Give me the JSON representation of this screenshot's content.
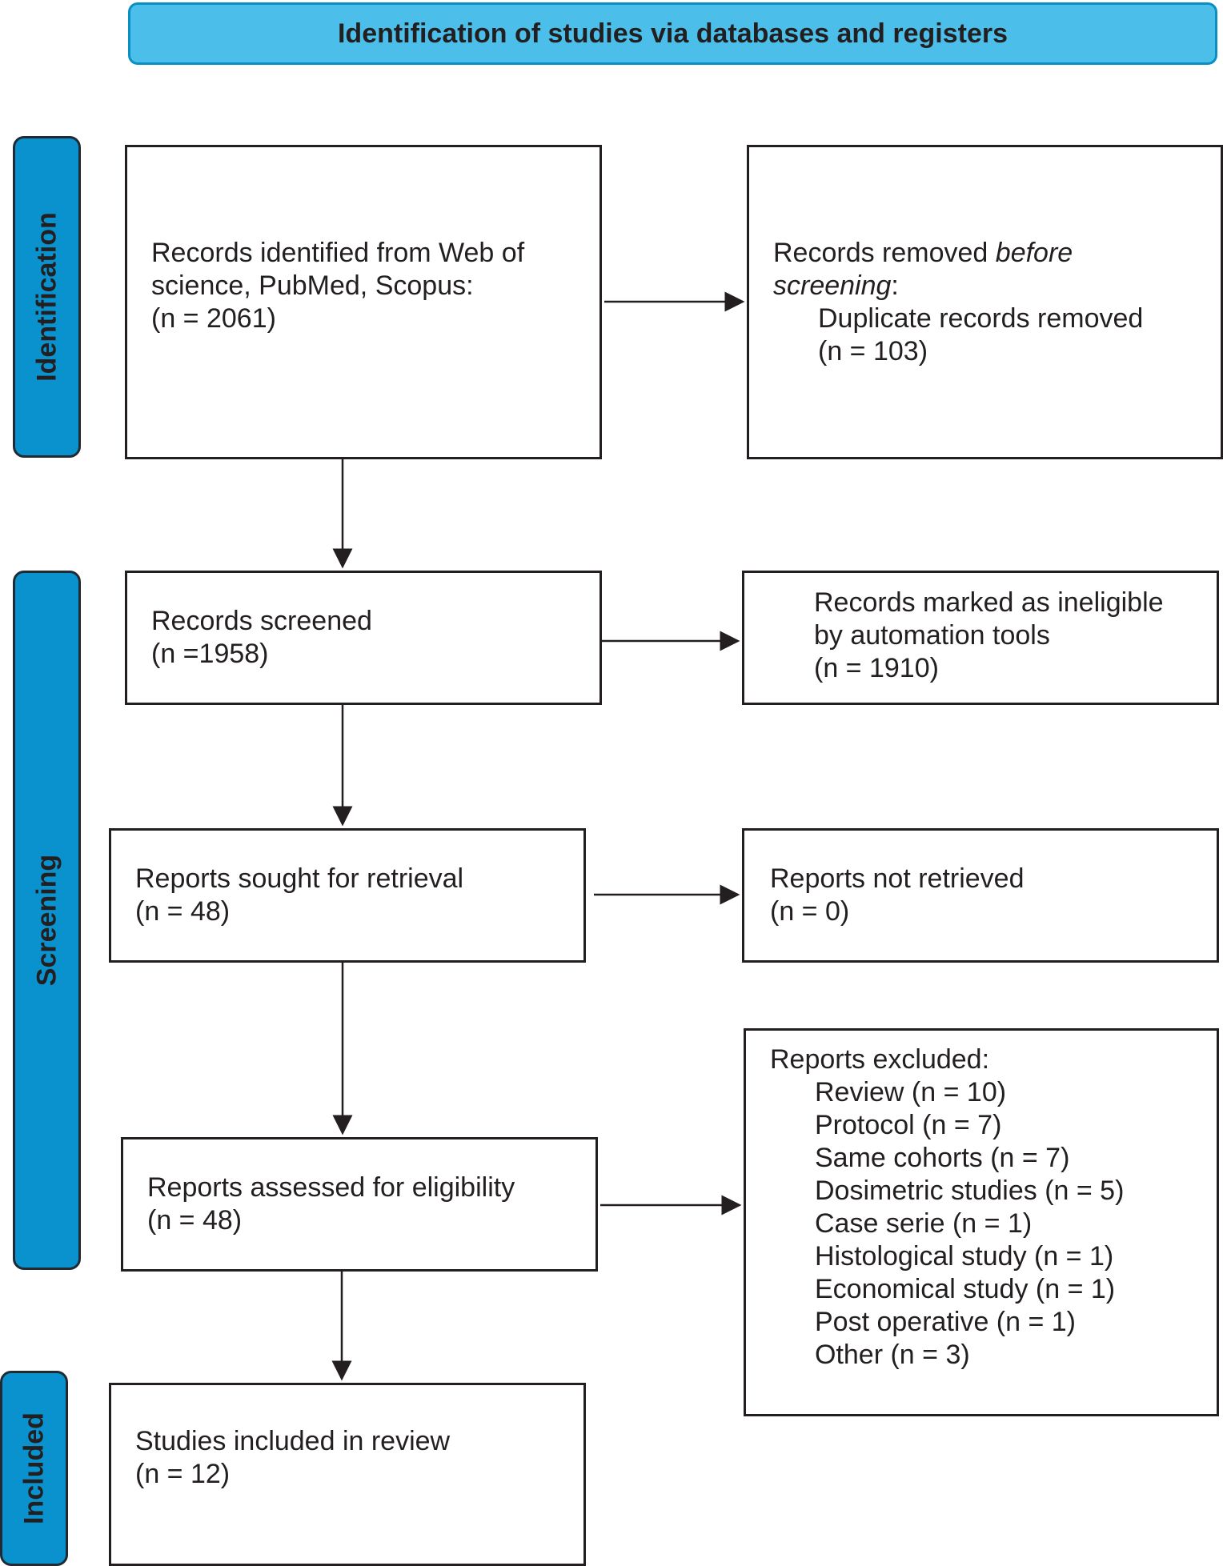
{
  "header": {
    "title": "Identification of studies via databases and registers"
  },
  "phases": {
    "identification": "Identification",
    "screening": "Screening",
    "included": "Included"
  },
  "boxes": {
    "records_identified": {
      "lines": [
        "Records identified from Web of",
        "science, PubMed, Scopus:",
        "(n = 2061)"
      ]
    },
    "records_removed": {
      "label_prefix": "Records removed ",
      "label_italic_1": "before",
      "label_italic_2": "screening",
      "label_suffix": ":",
      "sub_label": "Duplicate records removed",
      "count": "(n = 103)"
    },
    "records_screened": {
      "lines": [
        "Records screened",
        "(n =1958)"
      ]
    },
    "records_ineligible": {
      "lines": [
        "Records marked as ineligible",
        "by automation tools",
        "(n = 1910)"
      ]
    },
    "reports_sought": {
      "lines": [
        "Reports sought for retrieval",
        "(n = 48)"
      ]
    },
    "reports_not_retrieved": {
      "lines": [
        "Reports not retrieved",
        "(n = 0)"
      ]
    },
    "reports_assessed": {
      "lines": [
        "Reports assessed for eligibility",
        "(n = 48)"
      ]
    },
    "reports_excluded": {
      "title": "Reports excluded:",
      "items": [
        "Review (n = 10)",
        "Protocol (n = 7)",
        "Same cohorts (n = 7)",
        "Dosimetric studies (n = 5)",
        "Case serie (n = 1)",
        "Histological study (n = 1)",
        "Economical study (n = 1)",
        "Post operative (n = 1)",
        "Other (n = 3)"
      ]
    },
    "studies_included": {
      "lines": [
        "Studies included in review",
        "(n = 12)"
      ]
    }
  },
  "colors": {
    "header_fill": "#4bbfe9",
    "phase_fill": "#0a92cf",
    "line": "#231f20"
  }
}
